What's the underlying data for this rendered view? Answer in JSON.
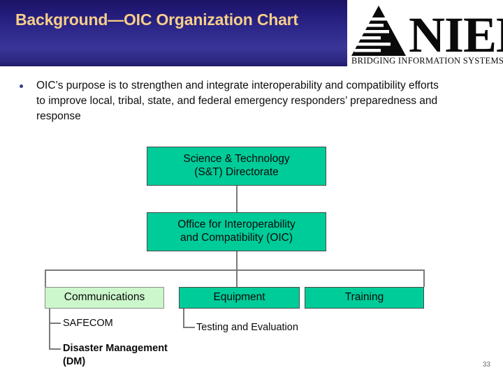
{
  "slide": {
    "title": "Background—OIC Organization Chart",
    "page_number": "33",
    "title_color": "#F6CE8A",
    "header_color": "#2e2a8c"
  },
  "logo": {
    "wordmark": "NIEM",
    "tagline": "BRIDGING INFORMATION SYSTEMS",
    "icon": "niem-pyramid-icon"
  },
  "body": {
    "bullet": "OIC’s  purpose is to strengthen and integrate interoperability and compatibility efforts to improve local, tribal, state, and federal emergency responders’ preparedness and response"
  },
  "org_chart": {
    "nodes": {
      "science_technology": "Science & Technology\n(S&T) Directorate",
      "science_technology_line1": "Science & Technology",
      "science_technology_line2": "(S&T) Directorate",
      "oic_line1": "Office for Interoperability",
      "oic_line2": "and Compatibility (OIC)",
      "communications": "Communications",
      "equipment": "Equipment",
      "training": "Training"
    },
    "leaves": {
      "safecom": "SAFECOM",
      "disaster_management": "Disaster Management (DM)",
      "testing_and_evaluation": "Testing and Evaluation"
    },
    "colors": {
      "node_teal": "#00CC99",
      "node_light_green": "#CCF7CC",
      "connector": "#7a7a7a"
    }
  }
}
